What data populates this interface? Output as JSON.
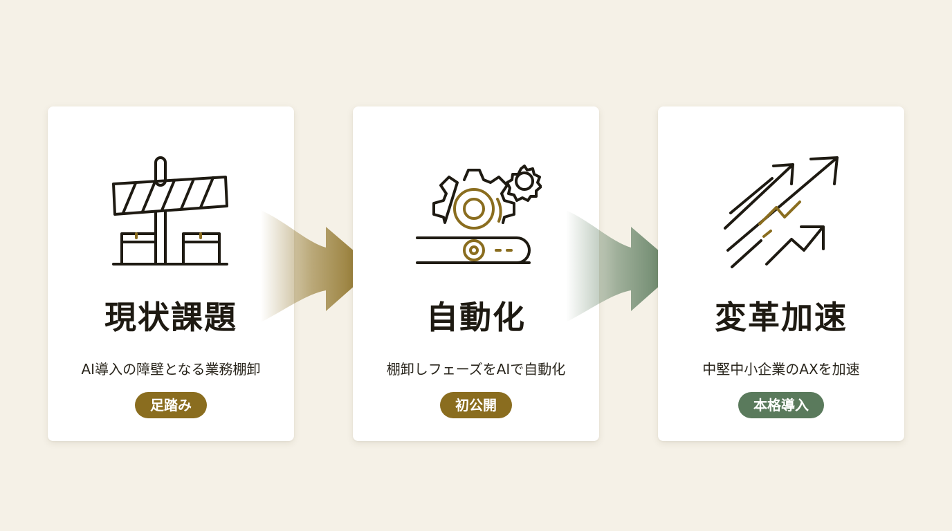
{
  "cards": [
    {
      "title": "現状課題",
      "subtitle": "AI導入の障壁となる業務棚卸",
      "badge": "足踏み",
      "badge_color": "#8a6d1f",
      "icon": "road-barrier-icon"
    },
    {
      "title": "自動化",
      "subtitle": "棚卸しフェーズをAIで自動化",
      "badge": "初公開",
      "badge_color": "#8a6d1f",
      "icon": "gears-conveyor-icon"
    },
    {
      "title": "変革加速",
      "subtitle": "中堅中小企業のAXを加速",
      "badge": "本格導入",
      "badge_color": "#5a7a5c",
      "icon": "rising-arrows-icon"
    }
  ],
  "colors": {
    "background": "#f5f1e7",
    "ink": "#1e1a12",
    "gold": "#8a6d1f",
    "green": "#5a7a5c"
  }
}
